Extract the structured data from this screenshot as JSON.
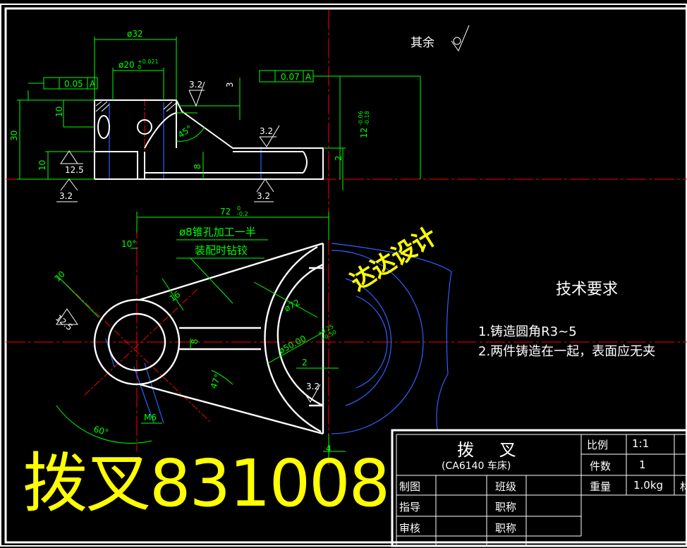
{
  "drawing": {
    "surface_finish_note": "其余",
    "stamp": "达达设计",
    "watermark": "拨叉831008",
    "colors": {
      "outline": "#ffffff",
      "dimension": "#00ff00",
      "center": "#ff0000",
      "hidden": "#3060ff",
      "frame": "#ffffff",
      "highlight": "#ffff00"
    }
  },
  "dimensions": {
    "top": {
      "d32": "ø32",
      "d20": "ø20",
      "d20_tol": "+0.021",
      "d20_tol2": "0",
      "tol_perp_1": "0.05",
      "tol_perp_2": "0.07",
      "datum": "A",
      "rough_3_2a": "3.2",
      "rough_3_2b": "3.2",
      "rough_3_2c": "3.2",
      "rough_3_2d": "3.2",
      "rough_12_5": "12.5",
      "d3": "3",
      "d10": "10",
      "d30": "30",
      "d10b": "10",
      "d45": "45°",
      "d8": "8",
      "d2": "2",
      "d12": "12",
      "d12_tol": "-0.06",
      "d12_tol2": "-0.18"
    },
    "bottom": {
      "d72": "72",
      "d72_tol": "0",
      "d72_tol2": "-0.2",
      "note_line1": "ø8锥孔加工一半",
      "note_line2": "装配时钻铰",
      "d10deg": "10°",
      "d10": "10",
      "r12_5": "12.5",
      "d16": "16",
      "d72b": "ø72",
      "d50": "ø50.00",
      "d50_tol": "+0.25",
      "d50_tol2": "+0.50",
      "d8": "8",
      "d2": "2",
      "rough": "3.2",
      "d47": "47°",
      "m6": "M6",
      "d60": "60°",
      "d4": "4"
    }
  },
  "technical_requirements": {
    "title": "技术要求",
    "items": [
      "1.铸造圆角R3~5",
      "2.两件铸造在一起，表面应无夹"
    ]
  },
  "title_block": {
    "part_name": "拨  叉",
    "subtitle": "(CA6140 车床)",
    "scale_label": "比例",
    "scale_value": "1:1",
    "qty_label": "件数",
    "qty_value": "1",
    "weight_label": "重量",
    "weight_value": "1.0kg",
    "material_label_partial": "材",
    "draw_label": "制图",
    "class_label": "班级",
    "guide_label": "指导",
    "title_label_1": "职称",
    "review_label": "审核",
    "title_label_2": "职称"
  }
}
